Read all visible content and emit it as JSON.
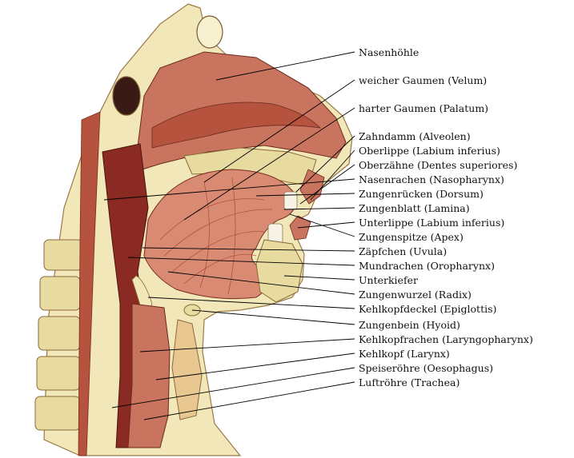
{
  "labels": [
    "Nasenhöhle",
    "weicher Gaumen (Velum)",
    "harter Gaumen (Palatum)",
    "Zahndamm (Alveolen)",
    "Oberlippe (Labium inferius)",
    "Oberzähne (Dentes superiores)",
    "Nasenrachen (Nasopharynx)",
    "Zungenrücken (Dorsum)",
    "Zungenblatt (Lamina)",
    "Unterlippe (Labium inferius)",
    "Zungenspitze (Apex)",
    "Zäpfchen (Uvula)",
    "Mundrachen (Oropharynx)",
    "Unterkiefer",
    "Zungenwurzel (Radix)",
    "Kehlkopfdeckel (Epiglottis)",
    "Zungenbein (Hyoid)",
    "Kehlkopfrachen (Laryngopharynx)",
    "Kehlkopf (Larynx)",
    "Speiseröhre (Oesophagus)",
    "Luftröhre (Trachea)"
  ],
  "colors": {
    "skin": "#f2e7b8",
    "bone": "#e8dba0",
    "muscle": "#c8745e",
    "tissue": "#b5533f",
    "cavity": "#8a2a22",
    "tongue": "#d98a72"
  }
}
